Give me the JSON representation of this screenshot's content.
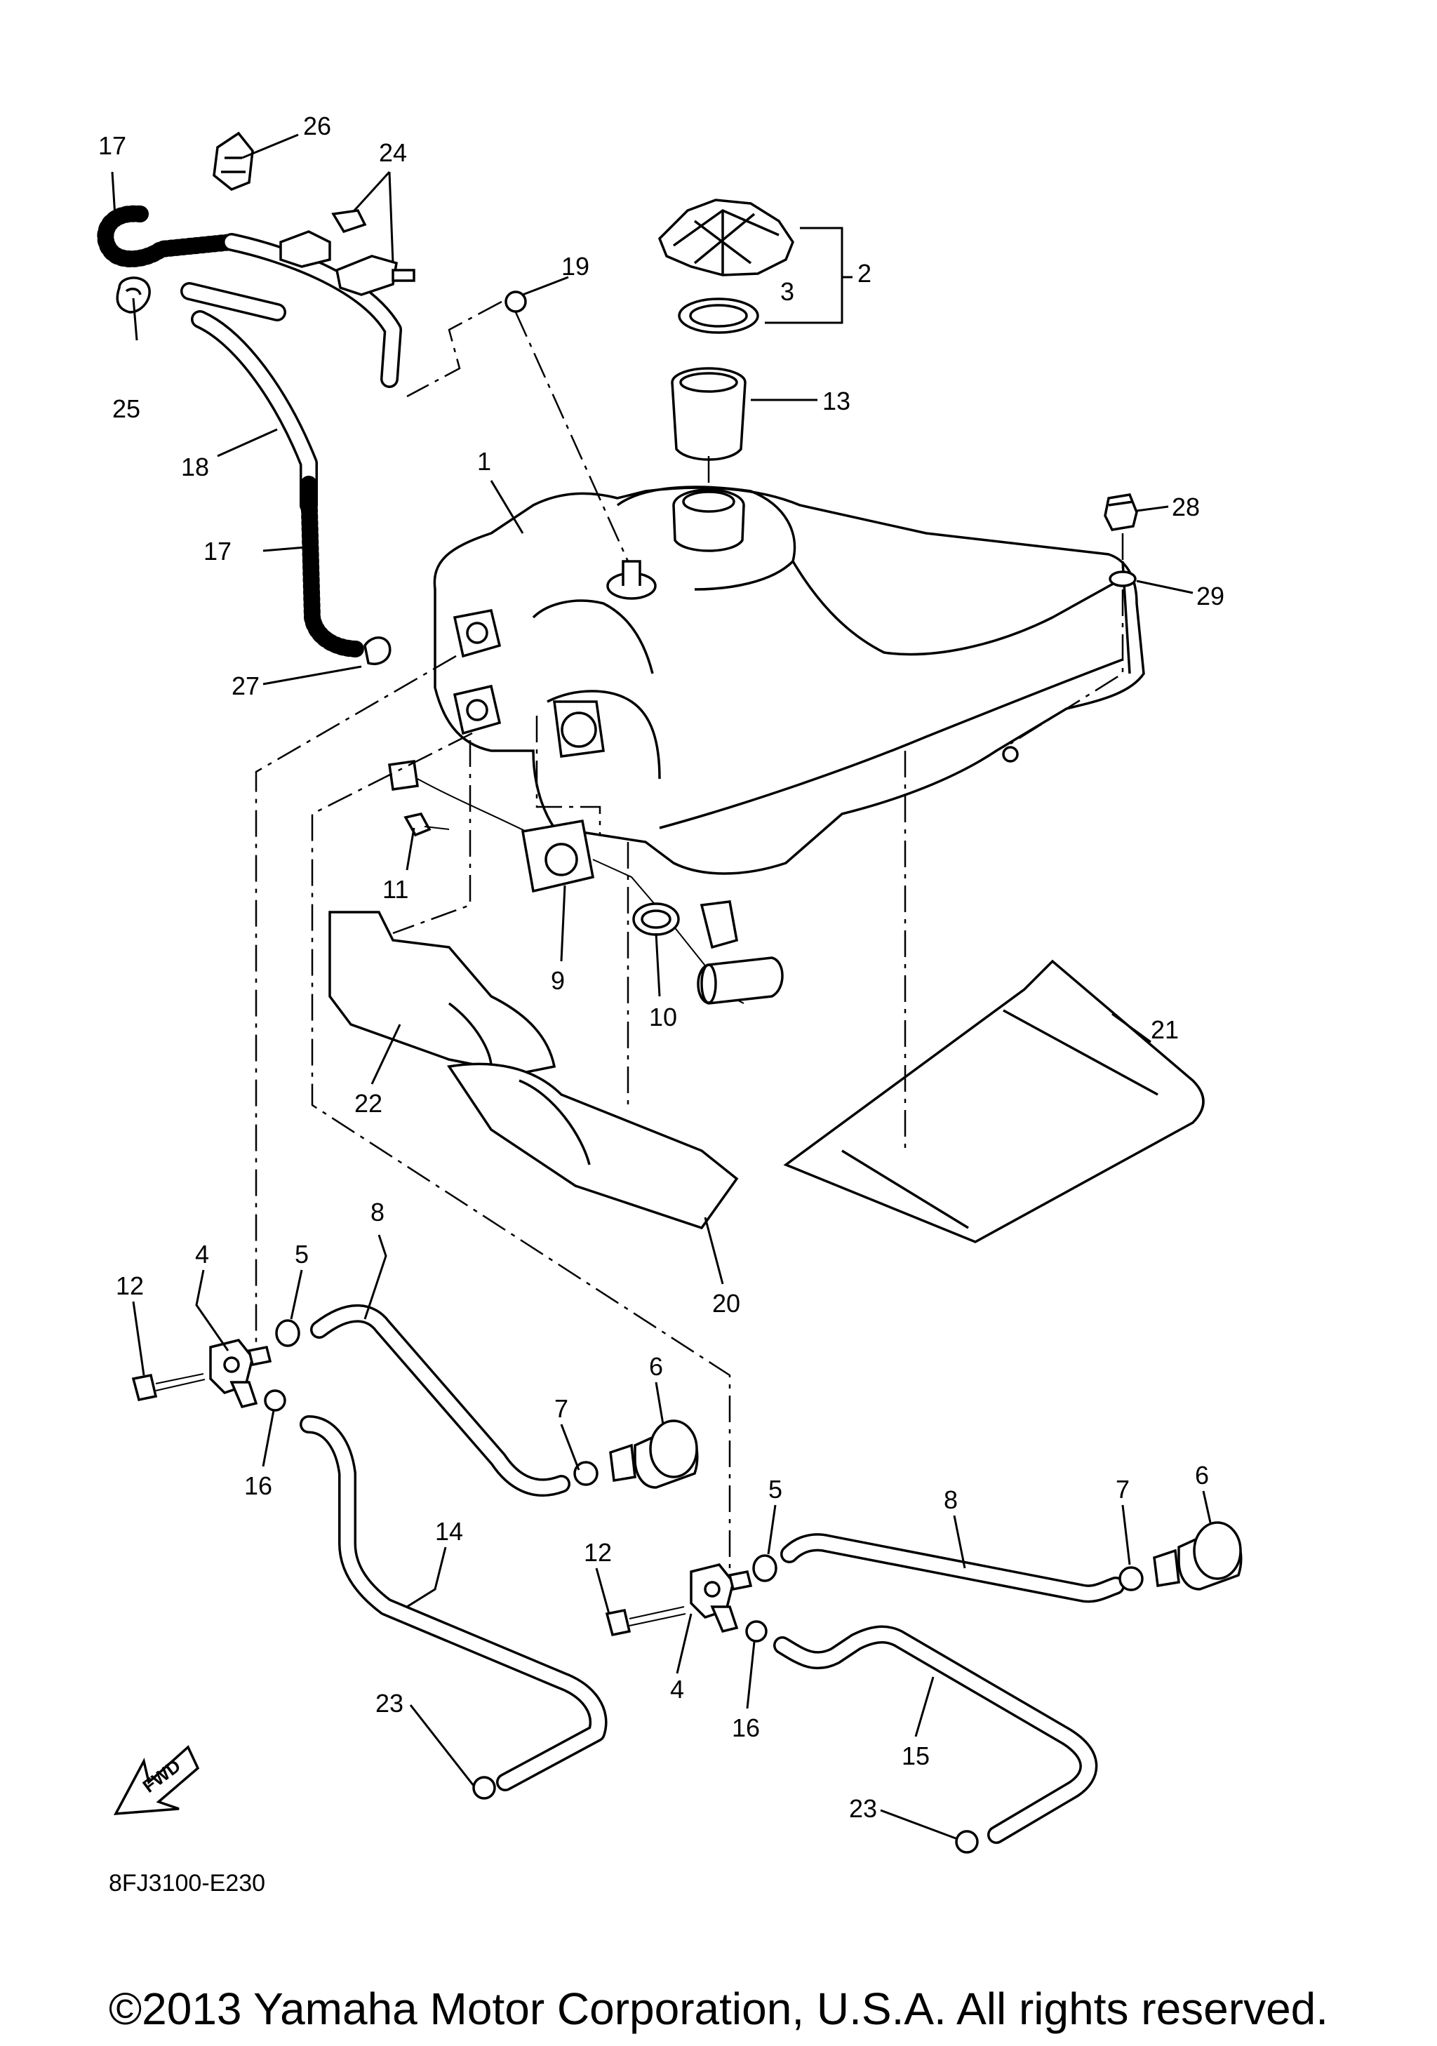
{
  "callouts": {
    "c1": "1",
    "c2": "2",
    "c3": "3",
    "c4a": "4",
    "c4b": "4",
    "c5a": "5",
    "c5b": "5",
    "c6a": "6",
    "c6b": "6",
    "c7a": "7",
    "c7b": "7",
    "c8a": "8",
    "c8b": "8",
    "c9": "9",
    "c10": "10",
    "c11": "11",
    "c12a": "12",
    "c12b": "12",
    "c13": "13",
    "c14": "14",
    "c15": "15",
    "c16a": "16",
    "c16b": "16",
    "c17a": "17",
    "c17b": "17",
    "c18": "18",
    "c19": "19",
    "c20": "20",
    "c21": "21",
    "c22": "22",
    "c23a": "23",
    "c23b": "23",
    "c24": "24",
    "c25": "25",
    "c26": "26",
    "c27": "27",
    "c28": "28",
    "c29": "29"
  },
  "fwd_label": "FWD",
  "part_code": "8FJ3100-E230",
  "copyright": "©2013 Yamaha Motor Corporation, U.S.A. All rights reserved."
}
